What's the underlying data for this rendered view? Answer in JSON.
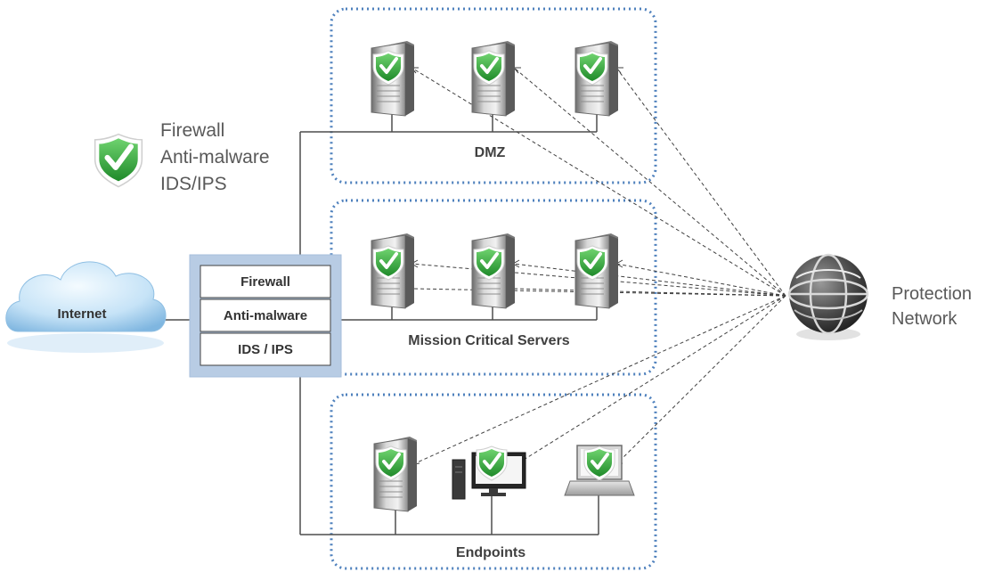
{
  "legend": {
    "lines": [
      "Firewall",
      "Anti-malware",
      "IDS/IPS"
    ]
  },
  "internet": {
    "label": "Internet"
  },
  "firewall_stack": {
    "rows": [
      "Firewall",
      "Anti-malware",
      "IDS / IPS"
    ]
  },
  "zones": {
    "dmz": {
      "label": "DMZ"
    },
    "mission_critical": {
      "label": "Mission Critical Servers"
    },
    "endpoints": {
      "label": "Endpoints"
    }
  },
  "protection_network": {
    "lines": [
      "Protection",
      "Network"
    ]
  },
  "colors": {
    "zone_border": "#4f81bd",
    "firewall_frame": "#b8cce4",
    "shield_green": "#3aa63a",
    "cloud": "#9cc9ec",
    "connector": "#4d4d4d"
  }
}
